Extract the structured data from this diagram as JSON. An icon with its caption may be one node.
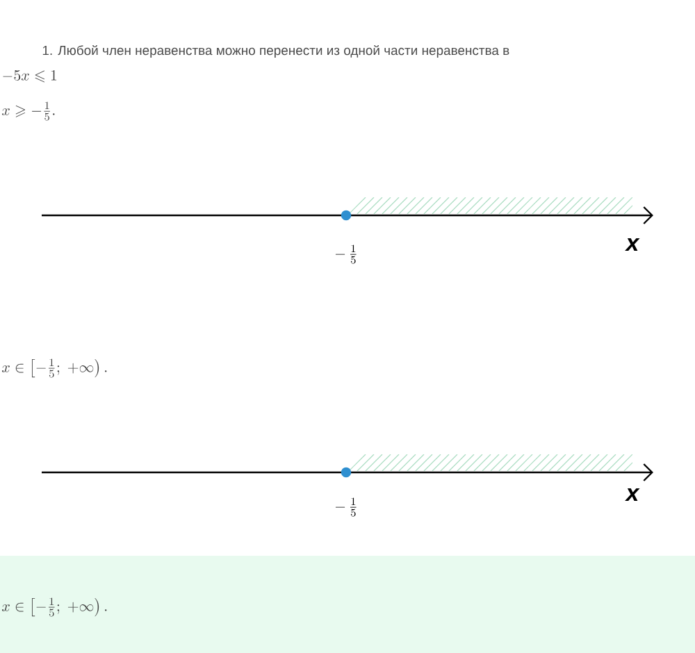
{
  "diagram": {
    "labels": [
      "1. Любой член неравенства можно перенести из одной части неравенства в",
      "-5x \\leqslant 1",
      "x \\geqslant -\\frac{1}{5}.",
      "-\\,\\frac{1}{5}",
      "x",
      "x \\in \\left[-\\frac{1}{5};\\ +\\infty\\right).",
      "-\\,\\frac{1}{5}",
      "x",
      "x \\in \\left[-\\frac{1}{5};\\ +\\infty\\right)."
    ]
  }
}
